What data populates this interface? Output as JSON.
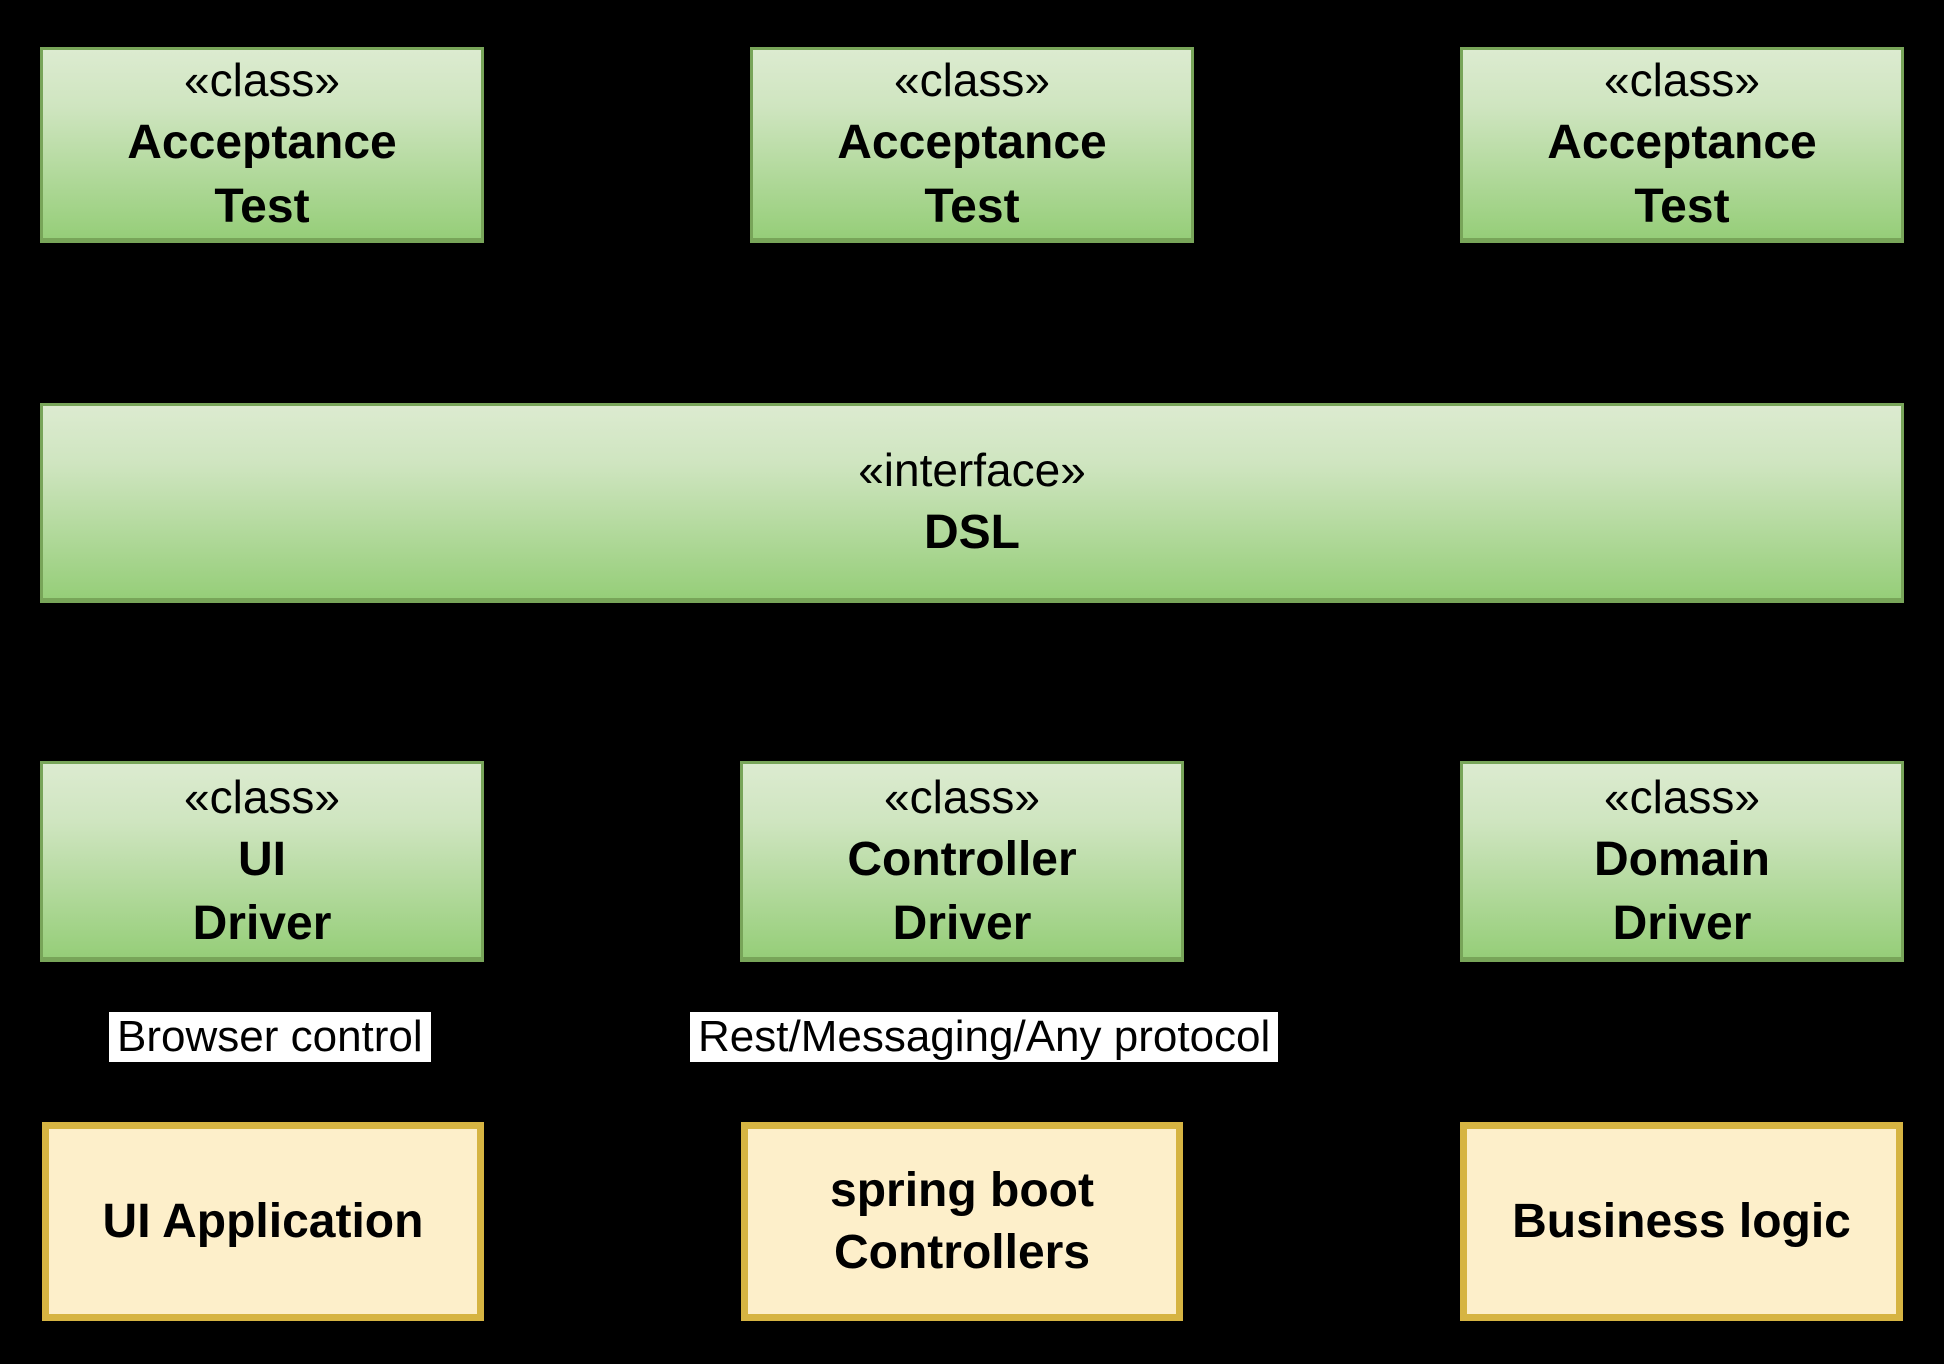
{
  "diagram": {
    "background_color": "#000000",
    "colors": {
      "green_gradient_top": "#dcebd0",
      "green_gradient_bottom": "#96ce79",
      "green_border": "#78a559",
      "yellow_fill": "#fdefca",
      "yellow_border": "#d6b442",
      "connector_label_background": "#ffffff",
      "text": "#000000"
    },
    "acceptance_tests": [
      {
        "stereotype": "«class»",
        "name_lines": [
          "Acceptance",
          "Test"
        ]
      },
      {
        "stereotype": "«class»",
        "name_lines": [
          "Acceptance",
          "Test"
        ]
      },
      {
        "stereotype": "«class»",
        "name_lines": [
          "Acceptance",
          "Test"
        ]
      }
    ],
    "interface_box": {
      "stereotype": "«interface»",
      "name": "DSL"
    },
    "drivers": [
      {
        "stereotype": "«class»",
        "name_lines": [
          "UI",
          "Driver"
        ]
      },
      {
        "stereotype": "«class»",
        "name_lines": [
          "Controller",
          "Driver"
        ]
      },
      {
        "stereotype": "«class»",
        "name_lines": [
          "Domain",
          "Driver"
        ]
      }
    ],
    "connector_labels": [
      {
        "text": "Browser control"
      },
      {
        "text": "Rest/Messaging/Any protocol"
      }
    ],
    "systems": [
      {
        "name_lines": [
          "UI Application"
        ]
      },
      {
        "name_lines": [
          "spring boot",
          "Controllers"
        ]
      },
      {
        "name_lines": [
          "Business logic"
        ]
      }
    ]
  }
}
